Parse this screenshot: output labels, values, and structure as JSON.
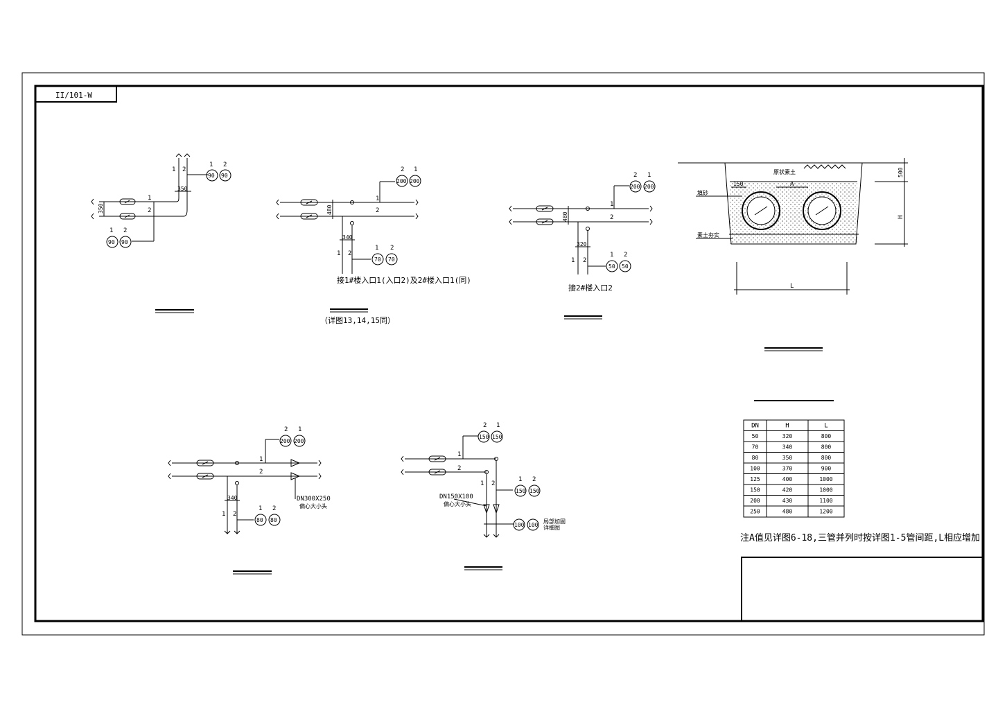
{
  "sheet_code": "II/101-W",
  "diagram1": {
    "dim_top": "350",
    "dim_left": "350",
    "pipe_labels": [
      "1",
      "2"
    ],
    "bubbles_top": [
      {
        "num": "1",
        "code": "90"
      },
      {
        "num": "2",
        "code": "90"
      }
    ],
    "bubbles_bottom": [
      {
        "num": "1",
        "code": "90"
      },
      {
        "num": "2",
        "code": "90"
      }
    ]
  },
  "diagram2": {
    "dim_vert": "480",
    "dim_branch": "340",
    "pipe_labels": [
      "1",
      "2"
    ],
    "bubbles_top": [
      {
        "num": "2",
        "code": "200"
      },
      {
        "num": "1",
        "code": "200"
      }
    ],
    "bubbles_bottom": [
      {
        "num": "1",
        "code": "70"
      },
      {
        "num": "2",
        "code": "70"
      }
    ],
    "note": "接1#楼入口1(入口2)及2#楼入口1(同)",
    "subcaption": "（详图13,14,15同）"
  },
  "diagram3": {
    "dim_vert": "480",
    "dim_branch": "320",
    "pipe_labels": [
      "1",
      "2"
    ],
    "bubbles_top": [
      {
        "num": "2",
        "code": "200"
      },
      {
        "num": "1",
        "code": "200"
      }
    ],
    "bubbles_bottom": [
      {
        "num": "1",
        "code": "50"
      },
      {
        "num": "2",
        "code": "50"
      }
    ],
    "note": "接2#楼入口2"
  },
  "section": {
    "label_fill": "原状素土",
    "label_sand": "填砂",
    "label_base": "素土夯实",
    "dim_top": "500",
    "dim_side": "150",
    "dim_a": "A",
    "dim_h": "H",
    "dim_l": "L"
  },
  "table": {
    "headers": [
      "DN",
      "H",
      "L"
    ],
    "rows": [
      [
        "50",
        "320",
        "800"
      ],
      [
        "70",
        "340",
        "800"
      ],
      [
        "80",
        "350",
        "800"
      ],
      [
        "100",
        "370",
        "900"
      ],
      [
        "125",
        "400",
        "1000"
      ],
      [
        "150",
        "420",
        "1000"
      ],
      [
        "200",
        "430",
        "1100"
      ],
      [
        "250",
        "480",
        "1200"
      ]
    ]
  },
  "note_main": "注A值见详图6-18,三管并列时按详图1-5管间距,L相应增加",
  "diagram4": {
    "dim_branch": "340",
    "pipe_labels": [
      "1",
      "2"
    ],
    "bubbles_top": [
      {
        "num": "2",
        "code": "200"
      },
      {
        "num": "1",
        "code": "200"
      }
    ],
    "bubbles_bottom": [
      {
        "num": "1",
        "code": "80"
      },
      {
        "num": "2",
        "code": "80"
      }
    ],
    "reducer_label": "DN300X250",
    "reducer_sub": "偏心大小头"
  },
  "diagram5": {
    "pipe_labels": [
      "1",
      "2"
    ],
    "bubbles_top": [
      {
        "num": "2",
        "code": "150"
      },
      {
        "num": "1",
        "code": "150"
      }
    ],
    "bubbles_mid": [
      {
        "num": "1",
        "code": "150"
      },
      {
        "num": "2",
        "code": "150"
      }
    ],
    "bubbles_bottom": [
      {
        "code": "100"
      },
      {
        "code": "100"
      }
    ],
    "reducer_label": "DN150X100",
    "reducer_sub": "偏心大小头",
    "bottom_note": "局部加固",
    "bottom_note2": "详细图"
  }
}
